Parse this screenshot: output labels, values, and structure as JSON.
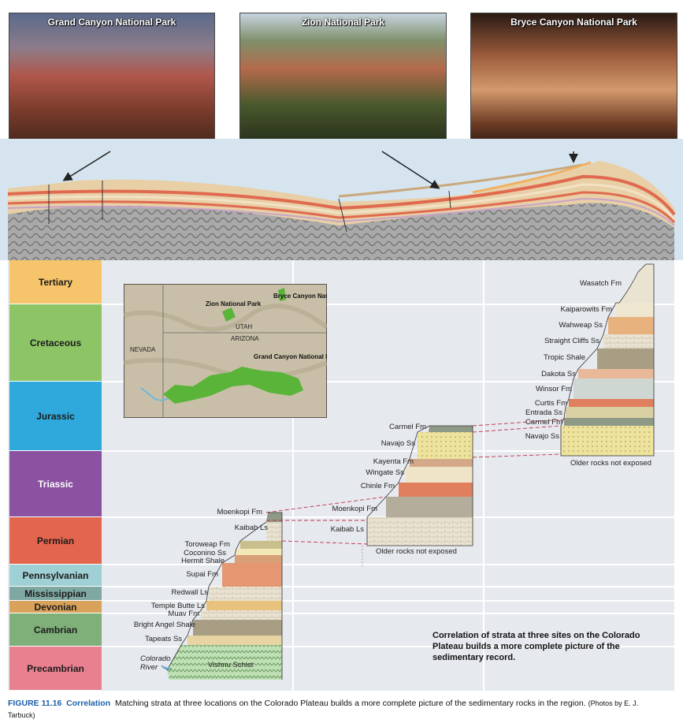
{
  "photos": {
    "grand_canyon": "Grand Canyon National Park",
    "zion": "Zion National Park",
    "bryce": "Bryce Canyon National Park"
  },
  "periods": [
    "Tertiary",
    "Cretaceous",
    "Jurassic",
    "Triassic",
    "Permian",
    "Pennsylvanian",
    "Mississippian",
    "Devonian",
    "Cambrian",
    "Precambrian"
  ],
  "map": {
    "zion": "Zion National Park",
    "bryce": "Bryce Canyon National Park",
    "grand_canyon": "Grand Canyon National Park",
    "utah": "UTAH",
    "arizona": "ARIZONA",
    "nevada": "NEVADA"
  },
  "grand_canyon_column": {
    "units": [
      "Moenkopi Fm",
      "Kaibab Ls",
      "Toroweap Fm",
      "Coconino Ss",
      "Hermit Shale",
      "Supai Fm",
      "Redwall Ls",
      "Temple Butte Ls",
      "Muav Fm",
      "Bright Angel Shale",
      "Tapeats Ss",
      "Vishnu Schist"
    ],
    "river": "Colorado River"
  },
  "zion_column": {
    "units": [
      "Carmel Fm",
      "Navajo Ss",
      "Kayenta Fm",
      "Wingate Ss",
      "Chinle Fm",
      "Moenkopi Fm",
      "Kaibab Ls"
    ],
    "note": "Older rocks not exposed"
  },
  "bryce_column": {
    "units": [
      "Wasatch Fm",
      "Kaiparowits Fm",
      "Wahweap Ss",
      "Straight Cliffs Ss",
      "Tropic Shale",
      "Dakota Ss",
      "Winsor Fm",
      "Curtis Fm",
      "Entrada Ss",
      "Carmel Fm",
      "Navajo Ss"
    ],
    "note": "Older rocks not exposed"
  },
  "summary": "Correlation of strata at three sites on the Colorado Plateau builds a more complete picture of the sedimentary record.",
  "caption": {
    "figure": "FIGURE 11.16",
    "title": "Correlation",
    "text": "Matching strata at three locations on the Colorado Plateau builds a more complete picture of the sedimentary rocks in the region.",
    "credit": "(Photos by E. J. Tarbuck)"
  },
  "colors": {
    "tertiary": "#f6c46a",
    "cretaceous": "#8cc466",
    "jurassic": "#2fa9dc",
    "triassic": "#8a52a0",
    "permian": "#e3654e",
    "pennsylvanian": "#9fd0d5",
    "mississippian": "#7fa8a2",
    "devonian": "#d9a25a",
    "cambrian": "#7fb07a",
    "precambrian": "#e98090",
    "park_green": "#5bb43a",
    "correlation_line": "#c0304a",
    "caption_blue": "#1e5fa8"
  }
}
